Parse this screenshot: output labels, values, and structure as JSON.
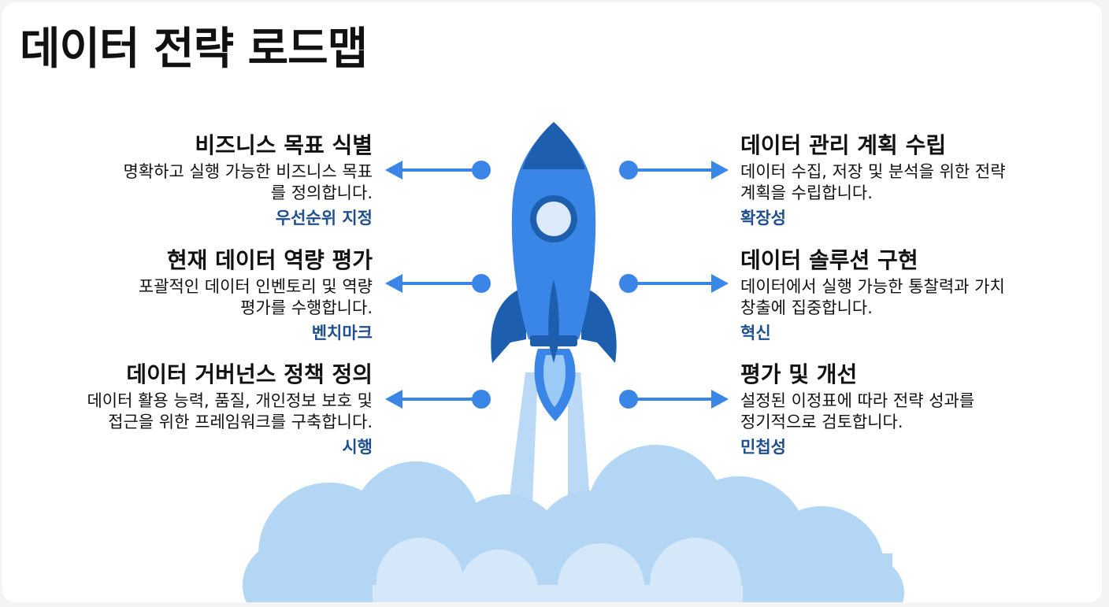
{
  "title": "데이터 전략 로드맵",
  "left_items": [
    {
      "title": "비즈니스 목표 식별",
      "desc_lines": [
        "명확하고 실행 가능한 비즈니스 목표",
        "를 정의합니다."
      ],
      "tag": "우선순위 지정"
    },
    {
      "title": "현재 데이터 역량 평가",
      "desc_lines": [
        "포괄적인 데이터 인벤토리 및 역량",
        "평가를 수행합니다."
      ],
      "tag": "벤치마크"
    },
    {
      "title": "데이터 거버넌스 정책 정의",
      "desc_lines": [
        "데이터 활용 능력, 품질, 개인정보 보호 및",
        "접근을 위한 프레임워크를 구축합니다."
      ],
      "tag": "시행"
    }
  ],
  "right_items": [
    {
      "title": "데이터 관리 계획 수립",
      "desc_lines": [
        "데이터 수집, 저장 및 분석을 위한 전략",
        "계획을 수립합니다."
      ],
      "tag": "확장성"
    },
    {
      "title": "데이터 솔루션 구현",
      "desc_lines": [
        "데이터에서 실행 가능한 통찰력과 가치",
        "창출에 집중합니다."
      ],
      "tag": "혁신"
    },
    {
      "title": "평가 및 개선",
      "desc_lines": [
        "설정된 이정표에 따라 전략 성과를",
        "정기적으로 검토합니다."
      ],
      "tag": "민첩성"
    }
  ],
  "colors": {
    "rocket_body": "#3a86e6",
    "rocket_dark": "#1d5fae",
    "window": "#dceafc",
    "arrow": "#3a86e6",
    "tag_text": "#1e4f8e",
    "cloud": "#b3d6f5",
    "cloud_light": "#d4e8fa",
    "exhaust": "#b9d9f6"
  }
}
